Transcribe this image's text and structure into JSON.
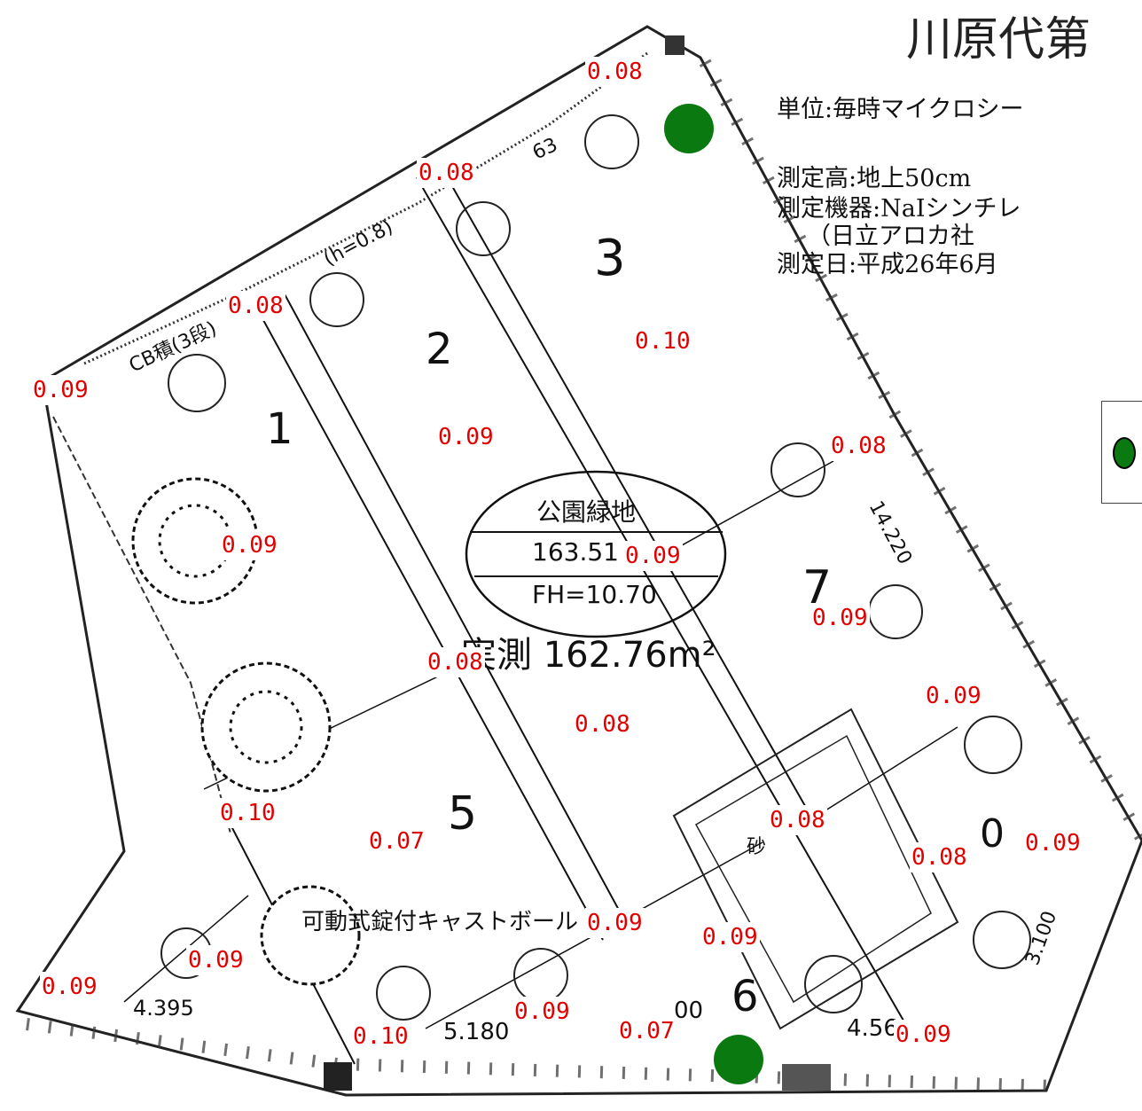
{
  "title": "川原代第",
  "info": {
    "unit": "単位:毎時マイクロシー",
    "height": "測定高:地上50cm",
    "device": "測定機器:NaIシンチレ",
    "device_maker": "（日立アロカ社",
    "date": "測定日:平成26年6月"
  },
  "plan_labels": {
    "park": "公園緑地",
    "park_area": "163.51",
    "fh": "FH=10.70",
    "area": "実測 162.76m²",
    "wall": "CB積(3段)",
    "wall_h": "(h=0.8)",
    "castball": "可動式錠付キャストボール",
    "sand": "砂",
    "dim_14220": "14.220",
    "dim_3100": "3.100",
    "dim_4395": "4.395",
    "dim_5180": "5.180",
    "dim_4560": "4.56",
    "dim_63": "63",
    "dim_00": "00",
    "zone1": "1",
    "zone2": "2",
    "zone3": "3",
    "zone5": "5",
    "zone6": "6",
    "zone7": "7",
    "zone0": "0"
  },
  "legend": {
    "color": "#0a7a10"
  },
  "measurements": [
    "0.08",
    "0.08",
    "0.08",
    "0.09",
    "0.10",
    "0.09",
    "0.08",
    "0.09",
    "0.09",
    "0.09",
    "0.08",
    "0.08",
    "0.09",
    "0.10",
    "0.07",
    "0.08",
    "0.08",
    "0.09",
    "0.09",
    "0.09",
    "0.09",
    "0.09",
    "0.09",
    "0.10",
    "0.07",
    "0.09"
  ],
  "highlight_color": "#0a7a10"
}
